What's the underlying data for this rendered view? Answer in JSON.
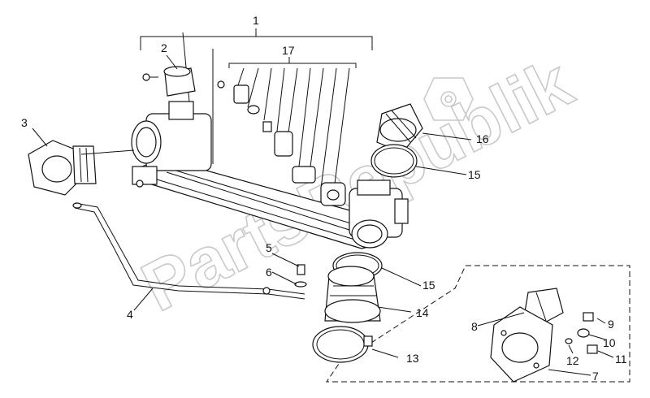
{
  "watermark": {
    "text": "PartsRepublik",
    "color": "#c9c9c9"
  },
  "callouts": {
    "c1": "1",
    "c2": "2",
    "c3": "3",
    "c4": "4",
    "c5": "5",
    "c6": "6",
    "c7": "7",
    "c8": "8",
    "c9": "9",
    "c10": "10",
    "c11": "11",
    "c12": "12",
    "c13": "13",
    "c14": "14",
    "c15a": "15",
    "c15b": "15",
    "c16": "16",
    "c17": "17"
  },
  "colors": {
    "line": "#111111",
    "background": "#ffffff"
  },
  "icons": {
    "watermark_gear": "gear-icon"
  }
}
